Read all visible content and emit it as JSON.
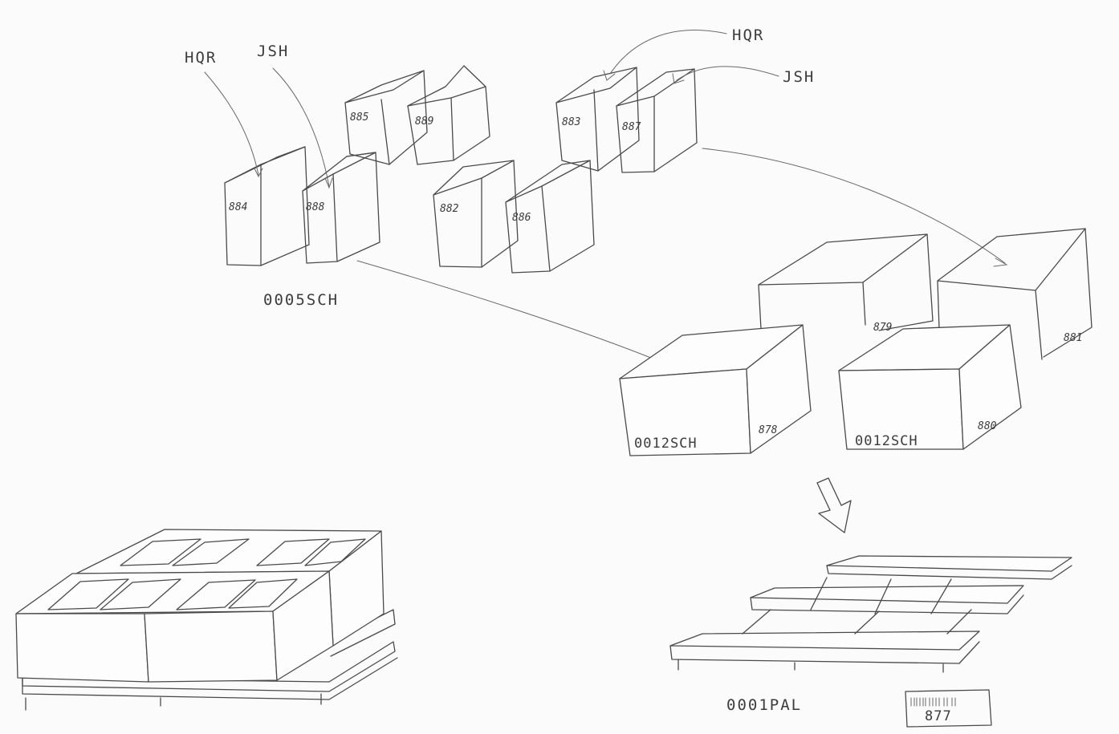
{
  "annotations": {
    "left_person_1": "HQR",
    "left_person_2": "JSH",
    "right_person_1": "HQR",
    "right_person_2": "JSH"
  },
  "small_boxes": {
    "b884": "884",
    "b888": "888",
    "b885": "885",
    "b889": "889",
    "b882": "882",
    "b886": "886",
    "b883": "883",
    "b887": "887"
  },
  "small_group_label": "0005SCH",
  "large_boxes": {
    "b878": "878",
    "b879": "879",
    "b880": "880",
    "b881": "881"
  },
  "large_group_labels": {
    "left": "0012SCH",
    "right": "0012SCH"
  },
  "pallet_label": "0001PAL",
  "pallet_tag_number": "877"
}
